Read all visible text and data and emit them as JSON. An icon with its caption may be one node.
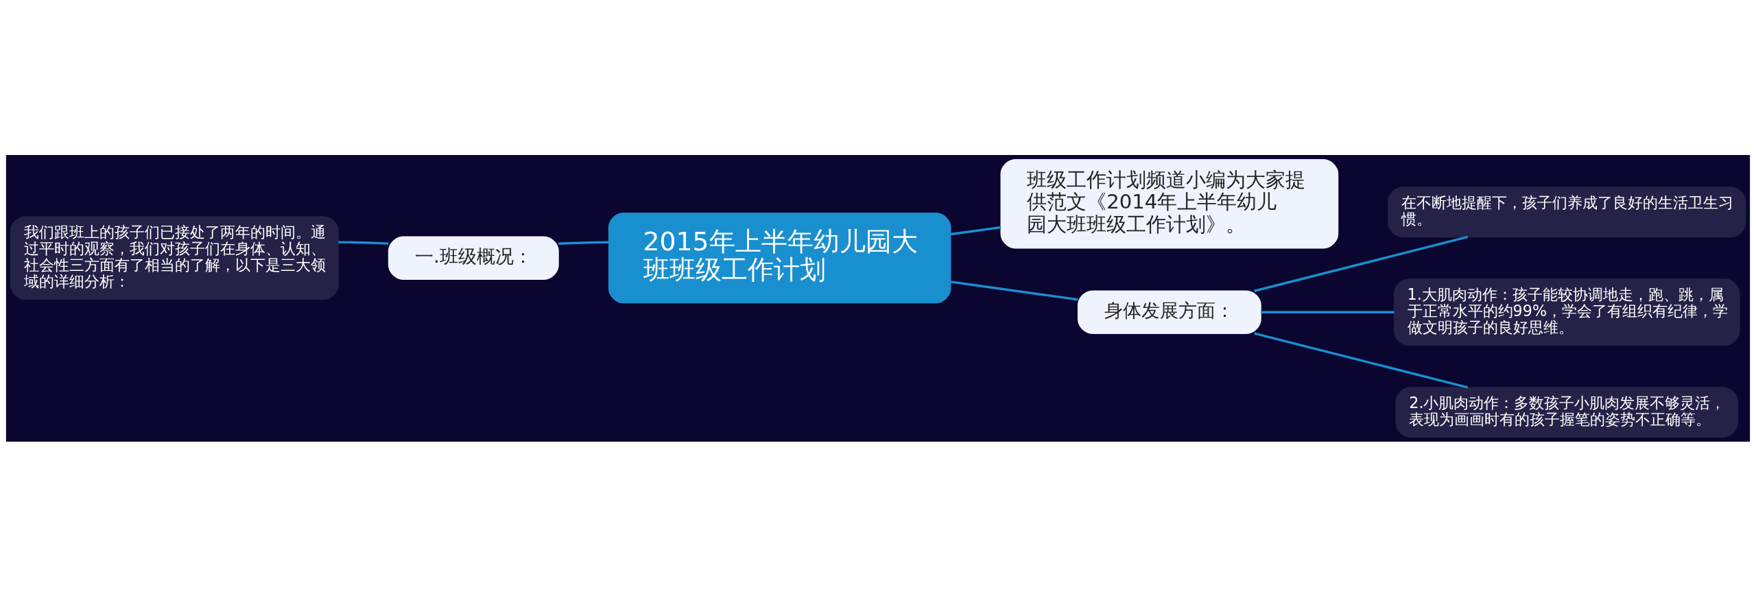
{
  "diagram": {
    "nodes": [
      {
        "text": [
          "2015年上半年幼儿园大班班级工作计划"
        ]
      },
      {
        "text": [
          "班级工作计划频道小编为大家提供范文《2014年上半年幼儿园大班班级工作计划》。"
        ]
      },
      {
        "text": [
          "一.班级概况："
        ]
      },
      {
        "text": [
          "我们跟班上的孩子们已接处了两年的时间。通过平时的观察，我们对孩子们在身体、认知、社会性三方面有了相当的了解，以下是三大领域的详细分析："
        ]
      },
      {
        "text": [
          "身体发展方面："
        ]
      },
      {
        "text": [
          "在不断地提醒下，孩子们养成了良好的生活卫生习惯。"
        ]
      },
      {
        "text": [
          "1.大肌肉动作：孩子能较协调地走，跑、跳，属于正常水平的约99%，学会了有组织有纪律，学做文明孩子的良好思维。"
        ]
      },
      {
        "text": [
          "2.小肌肉动作：多数孩子小肌肉发展不够灵活，表现为画画时有的孩子握笔的姿势不正确等。"
        ]
      }
    ],
    "edges": [
      {
        "from": 0,
        "to": 1,
        "arrow": "none"
      },
      {
        "from": 0,
        "to": 2,
        "arrow": "none"
      },
      {
        "from": 2,
        "to": 3,
        "arrow": "none"
      },
      {
        "from": 0,
        "to": 4,
        "arrow": "none"
      },
      {
        "from": 4,
        "to": 5,
        "arrow": "none"
      },
      {
        "from": 4,
        "to": 6,
        "arrow": "none"
      },
      {
        "from": 4,
        "to": 7,
        "arrow": "none"
      }
    ]
  }
}
